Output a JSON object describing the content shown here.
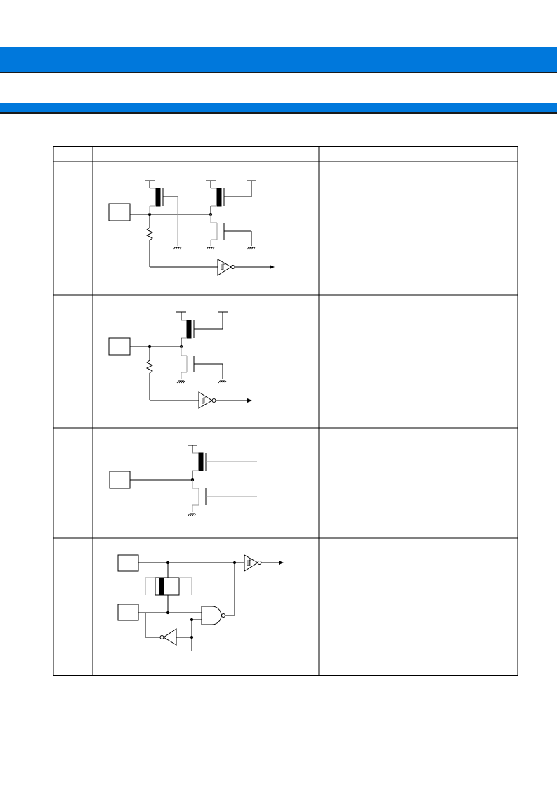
{
  "header_colors": {
    "band": "#0078dc",
    "rule": "#1a1a1a"
  },
  "table": {
    "columns": [
      "",
      "",
      ""
    ],
    "rows": [
      {
        "id": "row-1",
        "label": "",
        "description": ""
      },
      {
        "id": "row-2",
        "label": "",
        "description": ""
      },
      {
        "id": "row-3",
        "label": "",
        "description": ""
      },
      {
        "id": "row-4",
        "label": "",
        "description": ""
      }
    ]
  }
}
